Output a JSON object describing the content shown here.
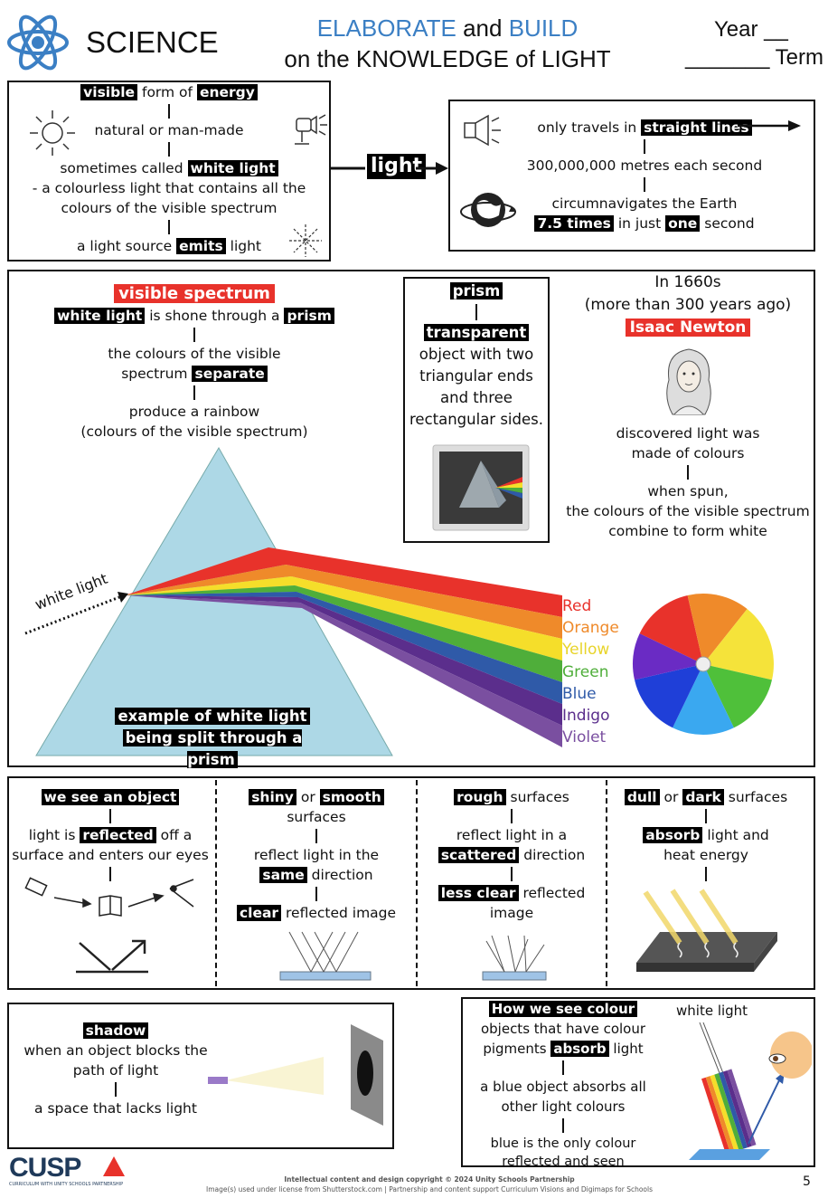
{
  "header": {
    "subject": "SCIENCE",
    "title_part1": "ELABORATE",
    "title_and": "and",
    "title_part2": "BUILD",
    "title_line2": "on the KNOWLEDGE of LIGHT",
    "year": "Year __",
    "term": "_______ Term"
  },
  "light_box": {
    "visible": "visible",
    "form_of": "form of",
    "energy": "energy",
    "natural": "natural or man-made",
    "sometimes": "sometimes called",
    "white_light": "white light",
    "colourless1": "- a colourless light that contains all the",
    "colourless2": "colours of the visible spectrum",
    "a_light_source": "a light source",
    "emits": "emits",
    "light_word": "light"
  },
  "arrow_label": "light",
  "travel_box": {
    "only_travels": "only travels in",
    "straight": "straight lines",
    "speed": "300,000,000 metres each second",
    "circ": "circumnavigates the Earth",
    "times": "7.5 times",
    "in_just": "in just",
    "one": "one",
    "second": "second"
  },
  "spectrum": {
    "heading": "visible spectrum",
    "white_light": "white light",
    "shone": "is shone through a",
    "prism": "prism",
    "colours1": "the colours of the visible",
    "colours2": "spectrum",
    "separate": "separate",
    "rainbow1": "produce a rainbow",
    "rainbow2": "(colours of the visible spectrum)",
    "white_light_label": "white light",
    "example1": "example of white light",
    "example2": "being split through a prism",
    "colour_names": [
      "Red",
      "Orange",
      "Yellow",
      "Green",
      "Blue",
      "Indigo",
      "Violet"
    ],
    "colour_hex": [
      "#e8322b",
      "#ef8a2a",
      "#f5de2a",
      "#4fae3a",
      "#2f5aa8",
      "#5b2e8c",
      "#7a4fa0"
    ]
  },
  "prism_box": {
    "heading": "prism",
    "transparent": "transparent",
    "line1": "object with two",
    "line2": "triangular ends",
    "line3": "and three",
    "line4": "rectangular sides."
  },
  "newton": {
    "date1": "In 1660s",
    "date2": "(more than 300 years ago)",
    "name": "Isaac Newton",
    "disc1": "discovered light was",
    "disc2": "made of colours",
    "spun1": "when spun,",
    "spun2": "the colours of the visible spectrum",
    "spun3": "combine to form white"
  },
  "reflection": {
    "col1_heading": "we see an object",
    "col1_a": "light is",
    "col1_reflected": "reflected",
    "col1_b": "off a",
    "col1_c": "surface and enters our eyes",
    "col2_shiny": "shiny",
    "col2_or": "or",
    "col2_smooth": "smooth",
    "col2_surfaces": "surfaces",
    "col2_a": "reflect light in the",
    "col2_same": "same",
    "col2_direction": "direction",
    "col2_clear": "clear",
    "col2_image": "reflected image",
    "col3_rough": "rough",
    "col3_surfaces": "surfaces",
    "col3_a": "reflect light in a",
    "col3_scattered": "scattered",
    "col3_direction": "direction",
    "col3_less": "less clear",
    "col3_reflected": "reflected",
    "col3_image": "image",
    "col4_dull": "dull",
    "col4_or": "or",
    "col4_dark": "dark",
    "col4_surfaces": "surfaces",
    "col4_absorb": "absorb",
    "col4_a": "light and",
    "col4_b": "heat energy"
  },
  "shadow": {
    "heading": "shadow",
    "line1": "when an object blocks the",
    "line2": "path of light",
    "line3": "a space that lacks light"
  },
  "colour_box": {
    "heading": "How we see colour",
    "line1": "objects that have colour",
    "line2a": "pigments",
    "absorb": "absorb",
    "line2b": "light",
    "line3": "a blue object absorbs all",
    "line4": "other light colours",
    "line5": "blue is the only colour",
    "line6": "reflected and seen",
    "white_light": "white light"
  },
  "footer": {
    "logo": "CUSP",
    "logo_sub": "CURRICULUM WITH UNITY SCHOOLS PARTNERSHIP",
    "line1": "Intellectual content and design copyright © 2024 Unity Schools Partnership",
    "line2": "Image(s) used under license from Shutterstock.com  | Partnership and content support Curriculum Visions and Digimaps for Schools",
    "page": "5"
  }
}
